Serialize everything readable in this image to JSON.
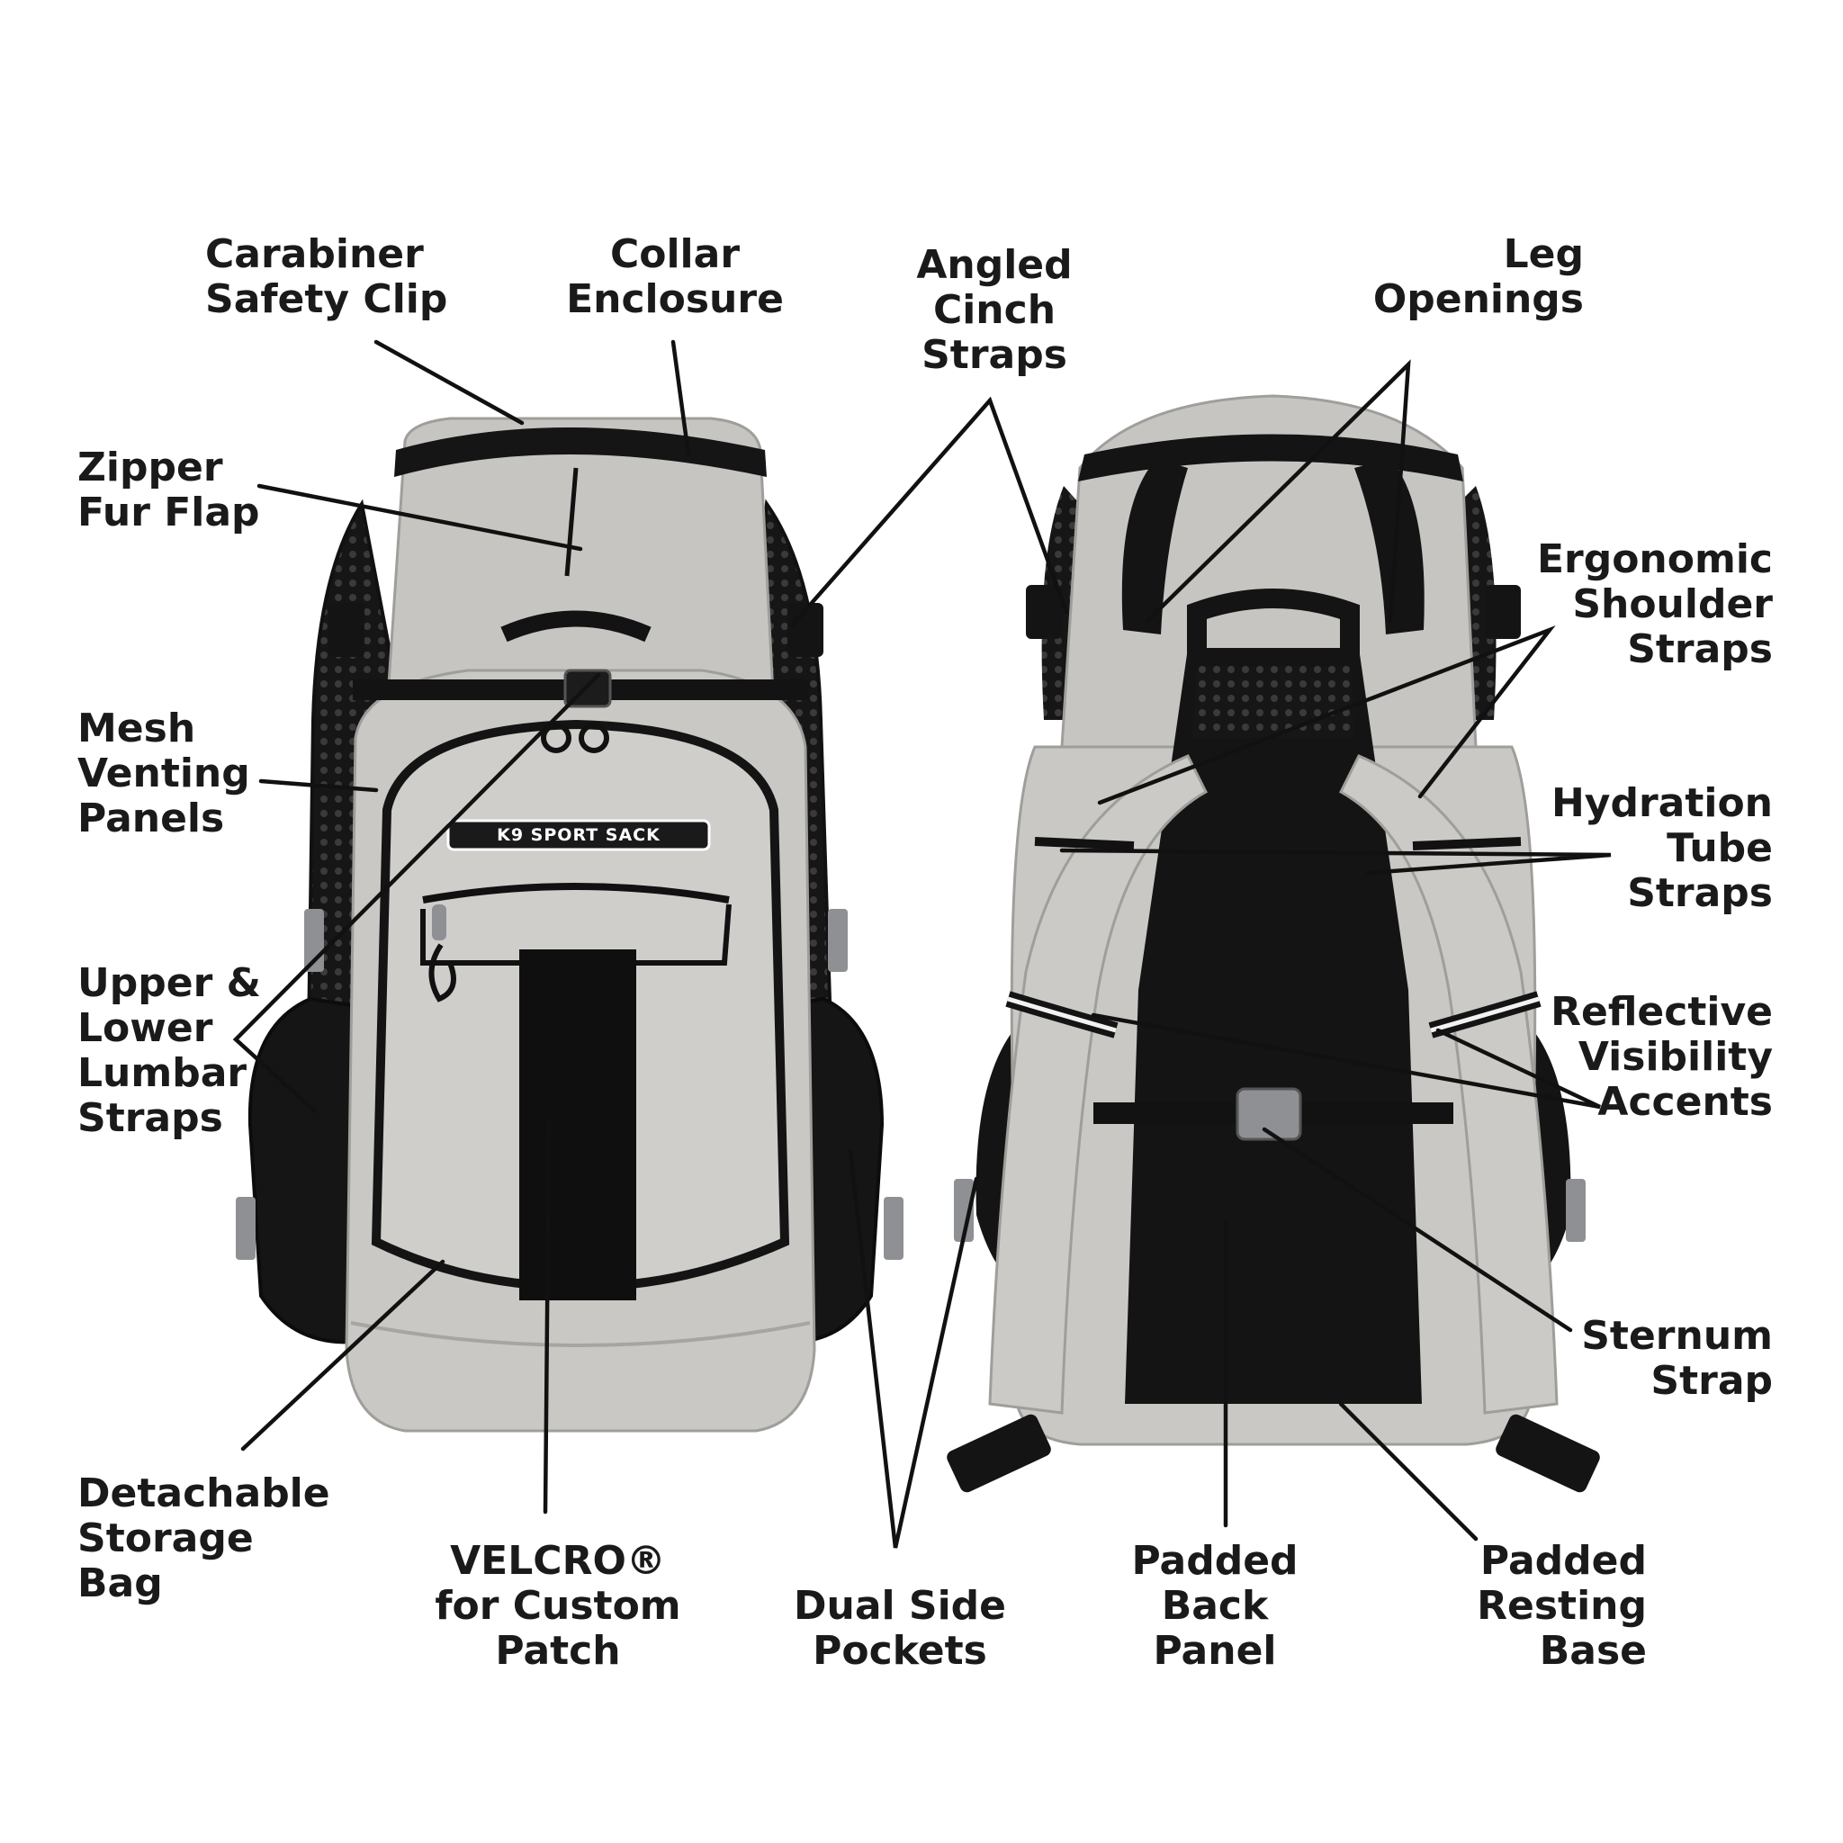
{
  "brand": {
    "logo_text": "K9 SPORT SACK"
  },
  "colors": {
    "fabric": "#c6c5c1",
    "fabric_dark": "#a9a8a4",
    "strap": "#121212",
    "mesh": "#1e1e1e",
    "buckle": "#8e9094",
    "text": "#1a1a1a"
  },
  "callouts": [
    {
      "id": "carabiner",
      "lines": [
        "Carabiner",
        "Safety Clip"
      ]
    },
    {
      "id": "collar",
      "lines": [
        "Collar",
        "Enclosure"
      ]
    },
    {
      "id": "cinch",
      "lines": [
        "Angled",
        "Cinch",
        "Straps"
      ]
    },
    {
      "id": "leg",
      "lines": [
        "Leg",
        "Openings"
      ]
    },
    {
      "id": "zipper",
      "lines": [
        "Zipper",
        "Fur Flap"
      ]
    },
    {
      "id": "mesh",
      "lines": [
        "Mesh",
        "Venting",
        "Panels"
      ]
    },
    {
      "id": "lumbar",
      "lines": [
        "Upper &",
        "Lower",
        "Lumbar",
        "Straps"
      ]
    },
    {
      "id": "storage",
      "lines": [
        "Detachable",
        "Storage",
        "Bag"
      ]
    },
    {
      "id": "velcro",
      "lines": [
        "VELCRO®",
        "for Custom",
        "Patch"
      ]
    },
    {
      "id": "pockets",
      "lines": [
        "Dual Side",
        "Pockets"
      ]
    },
    {
      "id": "ergonomic",
      "lines": [
        "Ergonomic",
        "Shoulder",
        "Straps"
      ]
    },
    {
      "id": "hydration",
      "lines": [
        "Hydration",
        "Tube",
        "Straps"
      ]
    },
    {
      "id": "reflective",
      "lines": [
        "Reflective",
        "Visibility",
        "Accents"
      ]
    },
    {
      "id": "sternum",
      "lines": [
        "Sternum",
        "Strap"
      ]
    },
    {
      "id": "backpanel",
      "lines": [
        "Padded",
        "Back",
        "Panel"
      ]
    },
    {
      "id": "base",
      "lines": [
        "Padded",
        "Resting",
        "Base"
      ]
    }
  ]
}
